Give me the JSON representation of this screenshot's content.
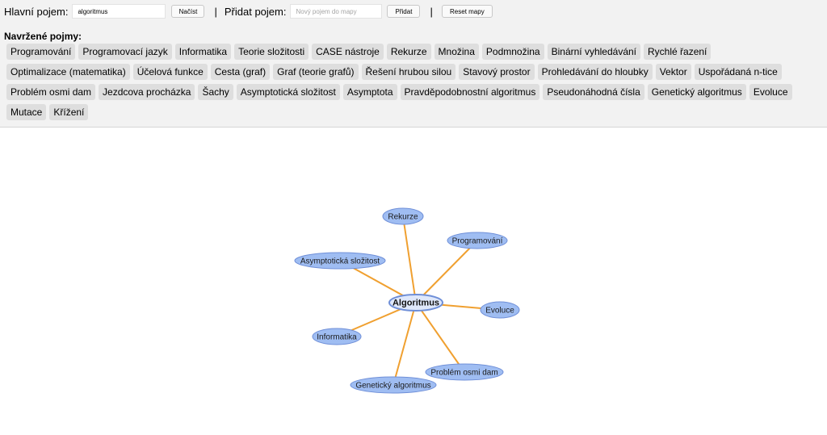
{
  "toolbar": {
    "main_label": "Hlavní pojem:",
    "main_value": "algoritmus",
    "load_label": "Načíst",
    "separator": "|",
    "add_label": "Přidat pojem:",
    "add_placeholder": "Nový pojem do mapy",
    "add_button": "Přidat",
    "reset_button": "Reset mapy"
  },
  "suggestions": {
    "title": "Navržené pojmy:",
    "items": [
      "Programování",
      "Programovací jazyk",
      "Informatika",
      "Teorie složitosti",
      "CASE nástroje",
      "Rekurze",
      "Množina",
      "Podmnožina",
      "Binární vyhledávání",
      "Rychlé řazení",
      "Optimalizace (matematika)",
      "Účelová funkce",
      "Cesta (graf)",
      "Graf (teorie grafů)",
      "Řešení hrubou silou",
      "Stavový prostor",
      "Prohledávání do hloubky",
      "Vektor",
      "Uspořádaná n-tice",
      "Problém osmi dam",
      "Jezdcova procházka",
      "Šachy",
      "Asymptotická složitost",
      "Asymptota",
      "Pravděpodobnostní algoritmus",
      "Pseudonáhodná čísla",
      "Genetický algoritmus",
      "Evoluce",
      "Mutace",
      "Křížení"
    ]
  },
  "graph": {
    "center": "Algoritmus",
    "nodes": [
      "Rekurze",
      "Programování",
      "Asymptotická složitost",
      "Evoluce",
      "Informatika",
      "Problém osmi dam",
      "Genetický algoritmus"
    ],
    "edge_color": "#f0a030",
    "node_fill": "#9fbdf2",
    "node_stroke": "#6f8fd8"
  }
}
